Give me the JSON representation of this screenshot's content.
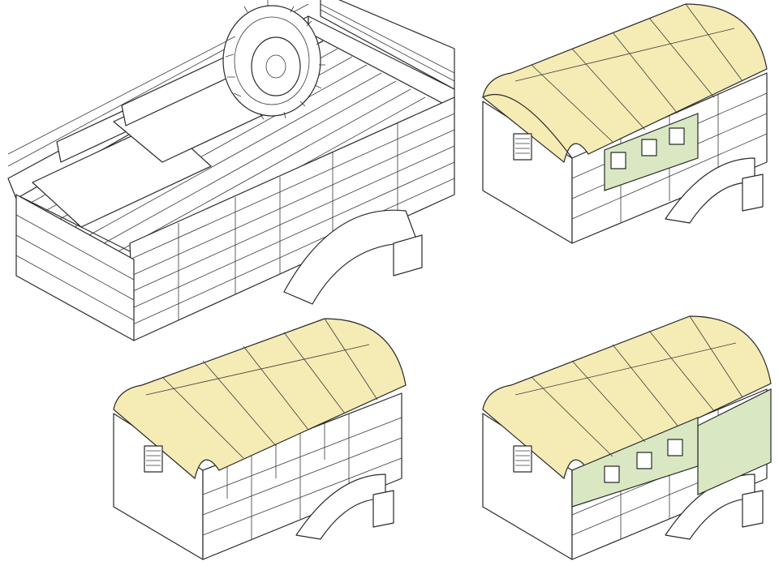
{
  "colors": {
    "background": "#ffffff",
    "line": "#2a2a2a",
    "canvas_tan": "#f5ebb4",
    "canvas_green": "#d9e8c2"
  },
  "views": [
    {
      "id": "open-bed",
      "variant": "open",
      "roof": false,
      "window_panel": false
    },
    {
      "id": "covered-with-window-panel",
      "variant": "covered",
      "roof": true,
      "window_panel": true,
      "window_panel_position": "front"
    },
    {
      "id": "covered-open-sides",
      "variant": "covered",
      "roof": true,
      "window_panel": false
    },
    {
      "id": "covered-with-window-panel-rear",
      "variant": "covered",
      "roof": true,
      "window_panel": true,
      "window_panel_position": "rear"
    }
  ],
  "icons": {
    "spare_tire": "spare-tire-icon",
    "vent_grille": "vent-grille-icon"
  }
}
